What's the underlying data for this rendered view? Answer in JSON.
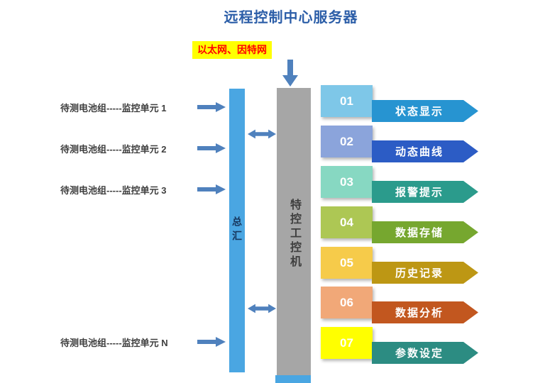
{
  "title": "远程控制中心服务器",
  "network": {
    "label": "以太网、因特网",
    "bg": "#FFFF00",
    "text_color": "#FF0000"
  },
  "left_inputs": [
    {
      "label": "待测电池组-----监控单元 1"
    },
    {
      "label": "待测电池组-----监控单元 2"
    },
    {
      "label": "待测电池组-----监控单元 3"
    },
    {
      "label": "待测电池组-----监控单元 N"
    }
  ],
  "bus": {
    "label": "总汇",
    "color": "#4AA6E2",
    "label_color": "#17375E"
  },
  "controller": {
    "label": "特控工控机",
    "color": "#A6A6A6",
    "label_color": "#3F3F3F",
    "cap_color": "#4AA6E2"
  },
  "functions": [
    {
      "number": "01",
      "label": "状态显示",
      "block_color": "#7EC7E8",
      "arrow_color": "#2794D1"
    },
    {
      "number": "02",
      "label": "动态曲线",
      "block_color": "#8BA4DB",
      "arrow_color": "#2C5CC5"
    },
    {
      "number": "03",
      "label": "报警提示",
      "block_color": "#87D8C2",
      "arrow_color": "#2B9B8C"
    },
    {
      "number": "04",
      "label": "数据存储",
      "block_color": "#ADC754",
      "arrow_color": "#76A72F"
    },
    {
      "number": "05",
      "label": "历史记录",
      "block_color": "#F6CB4A",
      "arrow_color": "#BD9714"
    },
    {
      "number": "06",
      "label": "数据分析",
      "block_color": "#F1A878",
      "arrow_color": "#C2571F"
    },
    {
      "number": "07",
      "label": "参数设定",
      "block_color": "#FFFF00",
      "arrow_color": "#2C8C82"
    }
  ],
  "colors": {
    "connector": "#4F81BD",
    "title": "#2C5EA8"
  }
}
